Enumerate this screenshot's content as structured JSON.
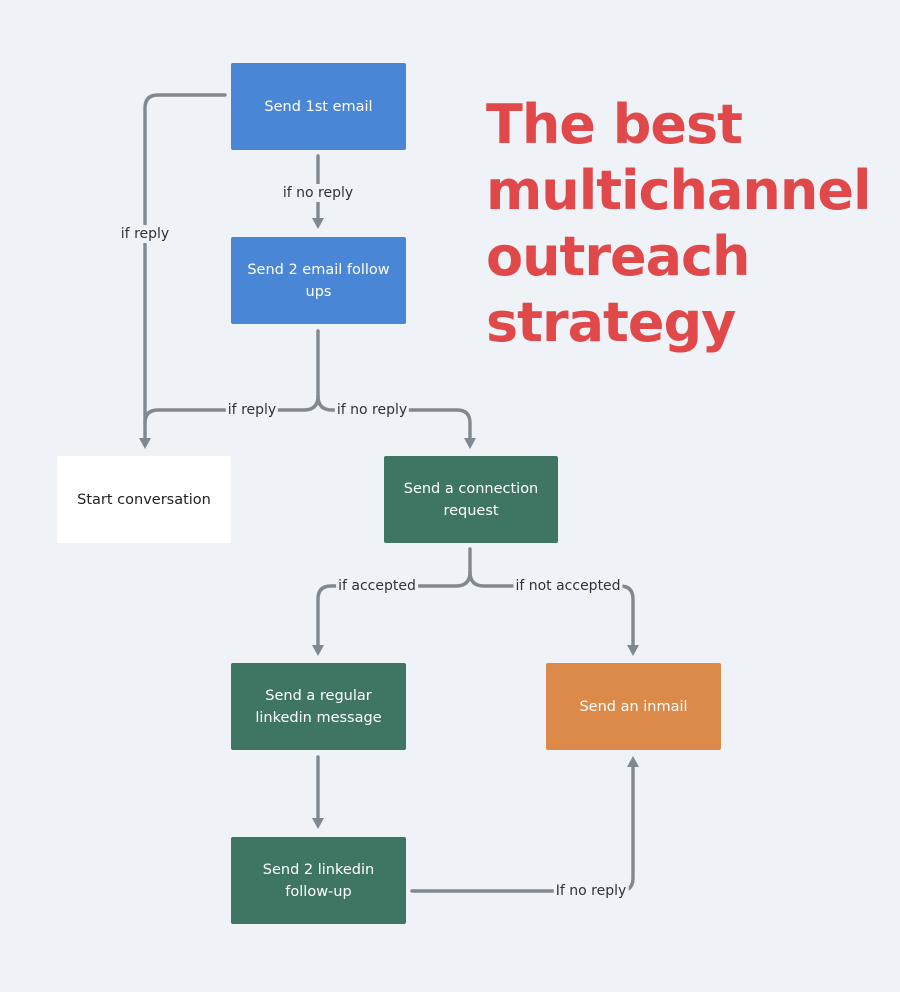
{
  "title": "The best multichannel outreach strategy",
  "colors": {
    "email": "#4a86d6",
    "linkedin": "#3f7663",
    "inmail": "#dc8a49",
    "conversation": "#ffffff",
    "connector": "#808891",
    "title": "#e0484a",
    "background": "#eff2f6"
  },
  "nodes": {
    "send_1st_email": "Send 1st email",
    "send_2_email_follow_ups": "Send 2 email follow ups",
    "start_conversation": "Start conversation",
    "send_connection_request": "Send a connection request",
    "send_regular_linkedin_message": "Send a regular linkedin message",
    "send_inmail": "Send an inmail",
    "send_2_linkedin_follow_up": "Send 2 linkedin follow-up"
  },
  "edges": {
    "if_reply_left": "if reply",
    "if_no_reply_1": "if no reply",
    "if_reply_2": "if reply",
    "if_no_reply_2": "if no reply",
    "if_accepted": "if accepted",
    "if_not_accepted": "if not accepted",
    "if_no_reply_3": "If no reply"
  }
}
